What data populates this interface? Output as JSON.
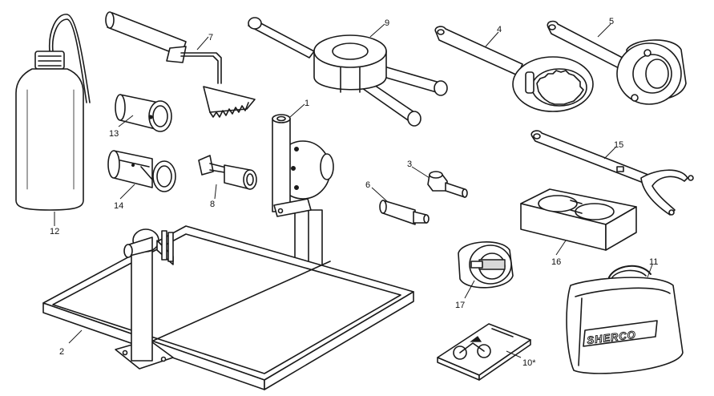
{
  "labels": {
    "l1": "1",
    "l2": "2",
    "l3": "3",
    "l4": "4",
    "l5": "5",
    "l6": "6",
    "l7": "7",
    "l8": "8",
    "l9": "9",
    "l10": "10*",
    "l11": "11",
    "l12": "12",
    "l13": "13",
    "l14": "14",
    "l15": "15",
    "l16": "16",
    "l17": "17"
  },
  "bag_brand": "SHERCO"
}
